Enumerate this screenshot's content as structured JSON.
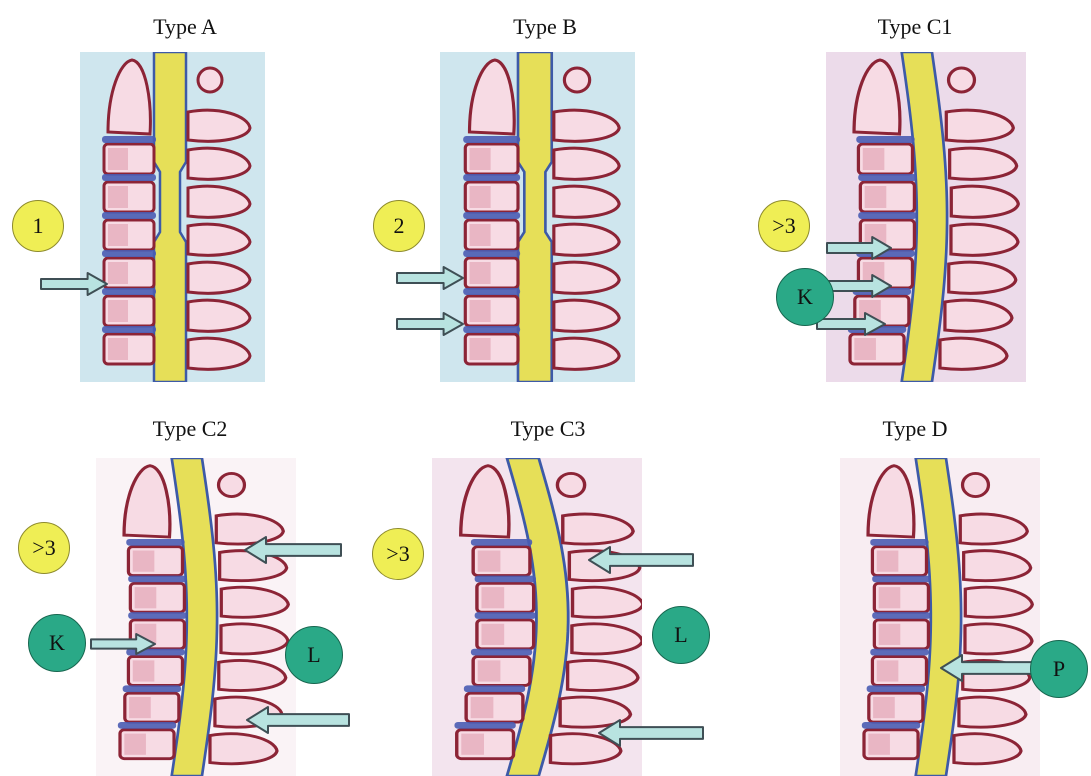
{
  "colors": {
    "bone_outline": "#8c2436",
    "bone_fill": "#f7dbe4",
    "bone_shade": "#d8899e",
    "disc": "#4a5cb3",
    "cord": "#e6df58",
    "cord_edge": "#3d5aa8",
    "arrow_fill": "#b8e3e0",
    "arrow_stroke": "#3f4f55",
    "badge_yellow": "#efee55",
    "badge_green": "#2aa987"
  },
  "panels": [
    {
      "id": "type-a",
      "title": "Type A",
      "badges": [
        {
          "text": "1",
          "color": "yellow"
        }
      ]
    },
    {
      "id": "type-b",
      "title": "Type B",
      "badges": [
        {
          "text": "2",
          "color": "yellow"
        }
      ]
    },
    {
      "id": "type-c1",
      "title": "Type C1",
      "badges": [
        {
          "text": ">3",
          "color": "yellow"
        },
        {
          "text": "K",
          "color": "green"
        }
      ]
    },
    {
      "id": "type-c2",
      "title": "Type C2",
      "badges": [
        {
          "text": ">3",
          "color": "yellow"
        },
        {
          "text": "K",
          "color": "green"
        },
        {
          "text": "L",
          "color": "green"
        }
      ]
    },
    {
      "id": "type-c3",
      "title": "Type C3",
      "badges": [
        {
          "text": ">3",
          "color": "yellow"
        },
        {
          "text": "L",
          "color": "green"
        }
      ]
    },
    {
      "id": "type-d",
      "title": "Type D",
      "badges": [
        {
          "text": "P",
          "color": "green"
        }
      ]
    }
  ]
}
